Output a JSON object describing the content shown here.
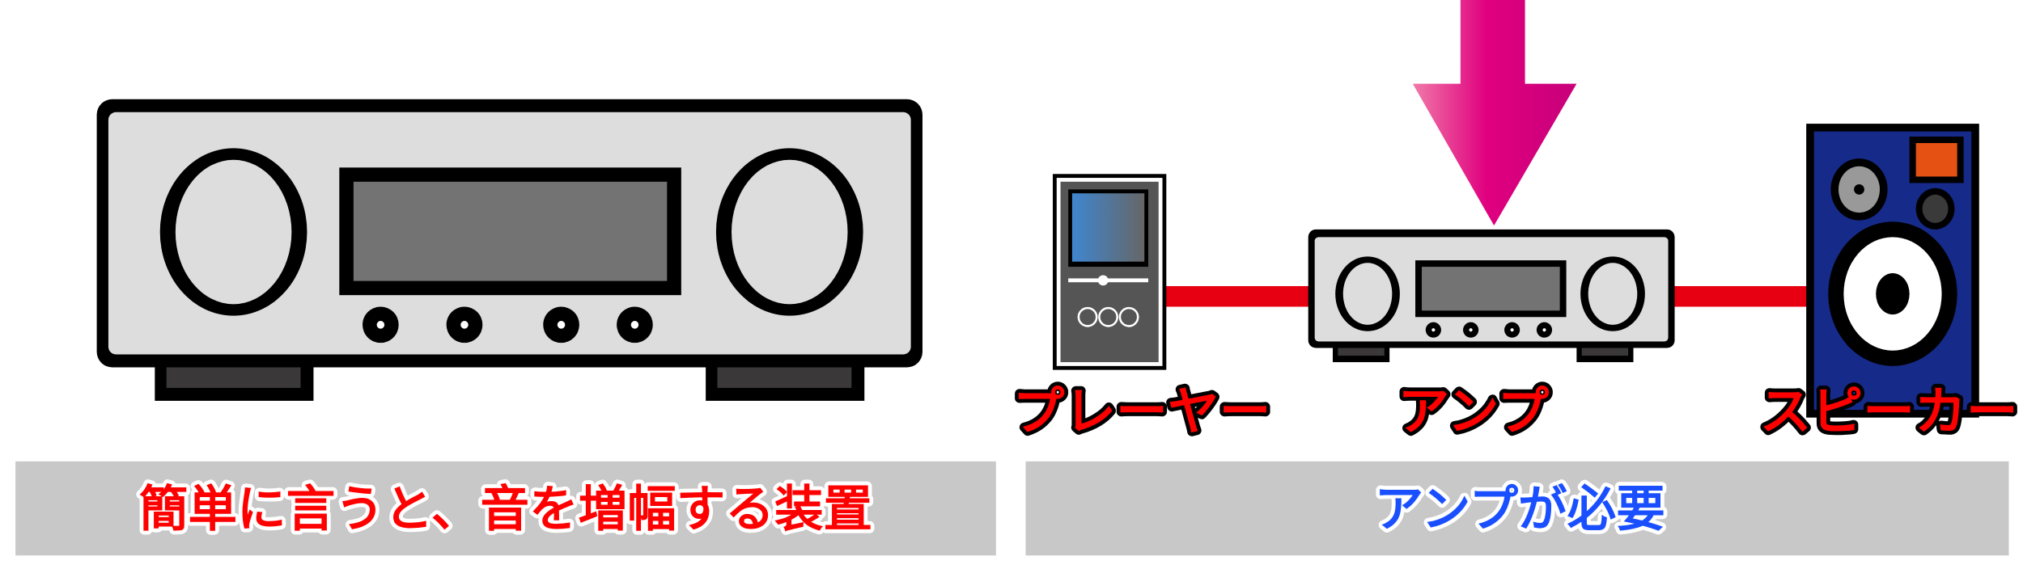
{
  "left_panel": {
    "caption": "簡単に言うと、音を増幅する装置"
  },
  "right_panel": {
    "labels": {
      "player": "プレーヤー",
      "amp": "アンプ",
      "speaker": "スピーカー"
    },
    "caption": "アンプが必要"
  },
  "colors": {
    "caption_left_text": "#ff0000",
    "caption_right_text": "#1a4fff",
    "caption_bar": "#c8c8c8",
    "arrow": "#e0007f",
    "cable": "#e60012",
    "speaker_body": "#162a8a",
    "speaker_tweeter_accent": "#e55013",
    "amp_body": "#dddddd",
    "amp_display": "#737373"
  },
  "icons": [
    "amplifier-icon",
    "music-player-icon",
    "speaker-icon",
    "down-arrow-icon"
  ]
}
